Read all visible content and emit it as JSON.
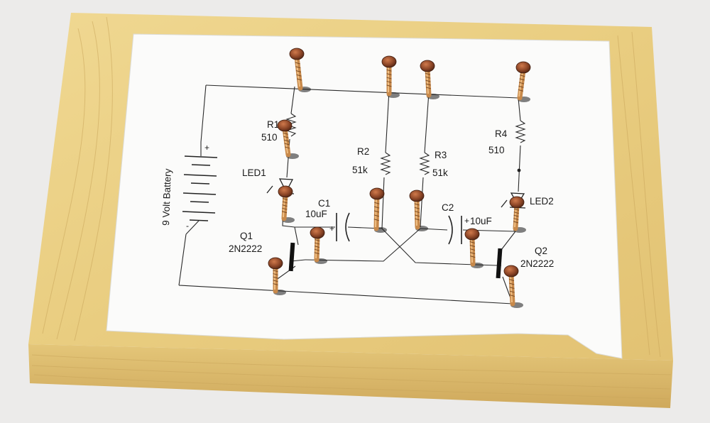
{
  "schematic": {
    "battery_label": "9 Volt Battery",
    "battery_plus": "+",
    "battery_minus": "-",
    "r1": {
      "name": "R1",
      "value": "510"
    },
    "r2": {
      "name": "R2",
      "value": "51k"
    },
    "r3": {
      "name": "R3",
      "value": "51k"
    },
    "r4": {
      "name": "R4",
      "value": "510"
    },
    "led1": "LED1",
    "led2": "LED2",
    "c1": {
      "name": "C1",
      "value": "10uF",
      "polarity": "+"
    },
    "c2": {
      "name": "C2",
      "value": "10uF",
      "polarity": "+"
    },
    "q1": {
      "name": "Q1",
      "part": "2N2222"
    },
    "q2": {
      "name": "Q2",
      "part": "2N2222"
    }
  },
  "colors": {
    "background": "#ecebea",
    "wood": "#e8cf86",
    "wood_grain": "#c9a55a",
    "paper": "#fbfbfa",
    "ink": "#2a2a2a",
    "nail_shaft": "#c8894a",
    "nail_head": "#8a4426"
  }
}
